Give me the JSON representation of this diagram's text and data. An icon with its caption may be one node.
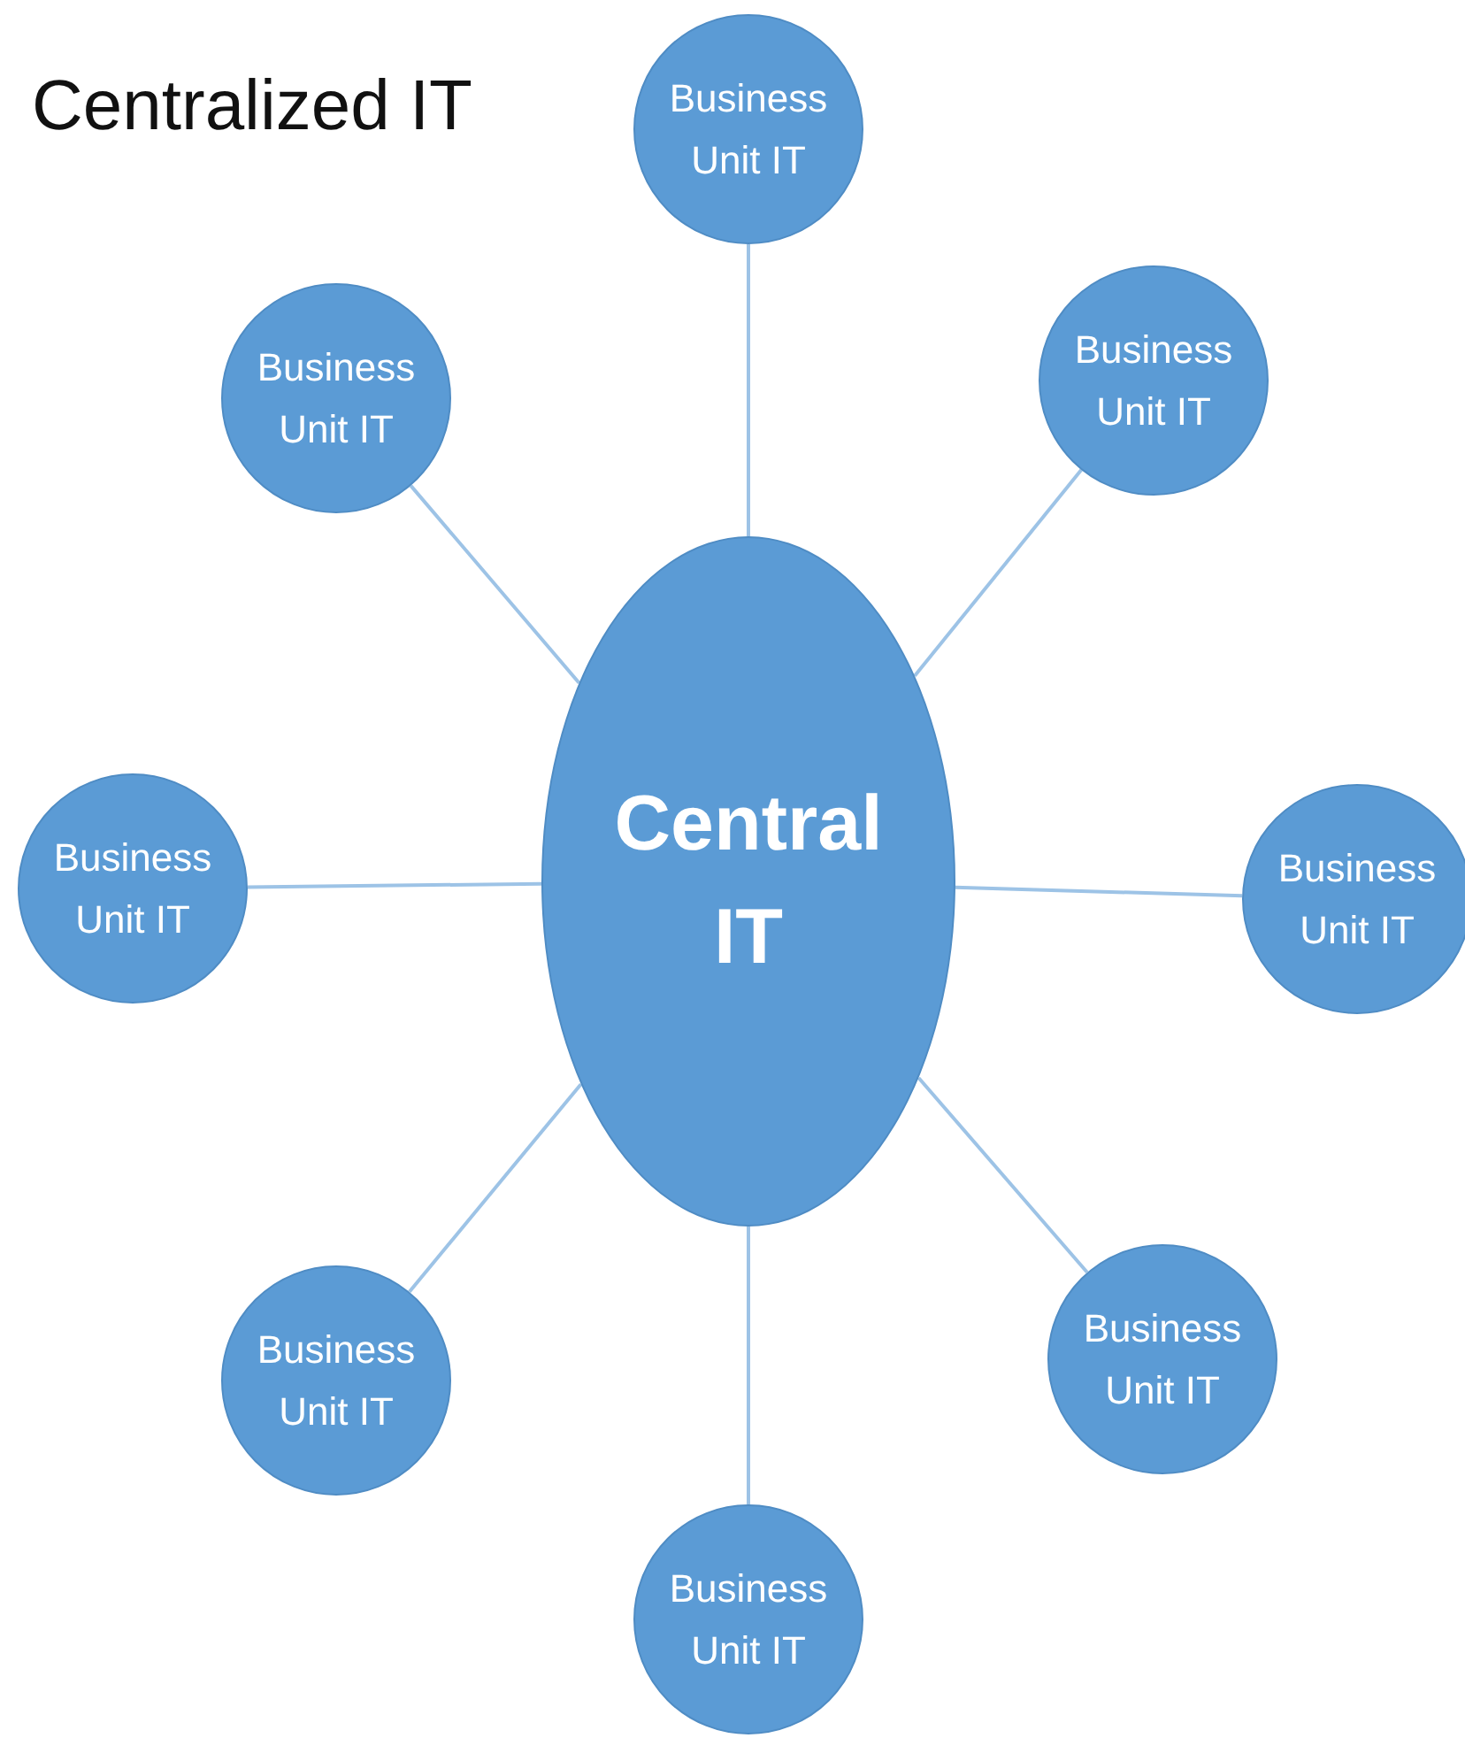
{
  "diagram": {
    "title": "Centralized IT",
    "nodes": [
      {
        "text": [
          "Central IT"
        ]
      },
      {
        "text": [
          "Business Unit IT"
        ]
      },
      {
        "text": [
          "Business Unit IT"
        ]
      },
      {
        "text": [
          "Business Unit IT"
        ]
      },
      {
        "text": [
          "Business Unit IT"
        ]
      },
      {
        "text": [
          "Business Unit IT"
        ]
      },
      {
        "text": [
          "Business Unit IT"
        ]
      },
      {
        "text": [
          "Business Unit IT"
        ]
      },
      {
        "text": [
          "Business Unit IT"
        ]
      }
    ],
    "edges": [
      {
        "from": 0,
        "to": 1,
        "arrow": "none"
      },
      {
        "from": 0,
        "to": 2,
        "arrow": "none"
      },
      {
        "from": 0,
        "to": 3,
        "arrow": "none"
      },
      {
        "from": 0,
        "to": 4,
        "arrow": "none"
      },
      {
        "from": 0,
        "to": 5,
        "arrow": "none"
      },
      {
        "from": 0,
        "to": 6,
        "arrow": "none"
      },
      {
        "from": 0,
        "to": 7,
        "arrow": "none"
      },
      {
        "from": 0,
        "to": 8,
        "arrow": "none"
      }
    ]
  }
}
